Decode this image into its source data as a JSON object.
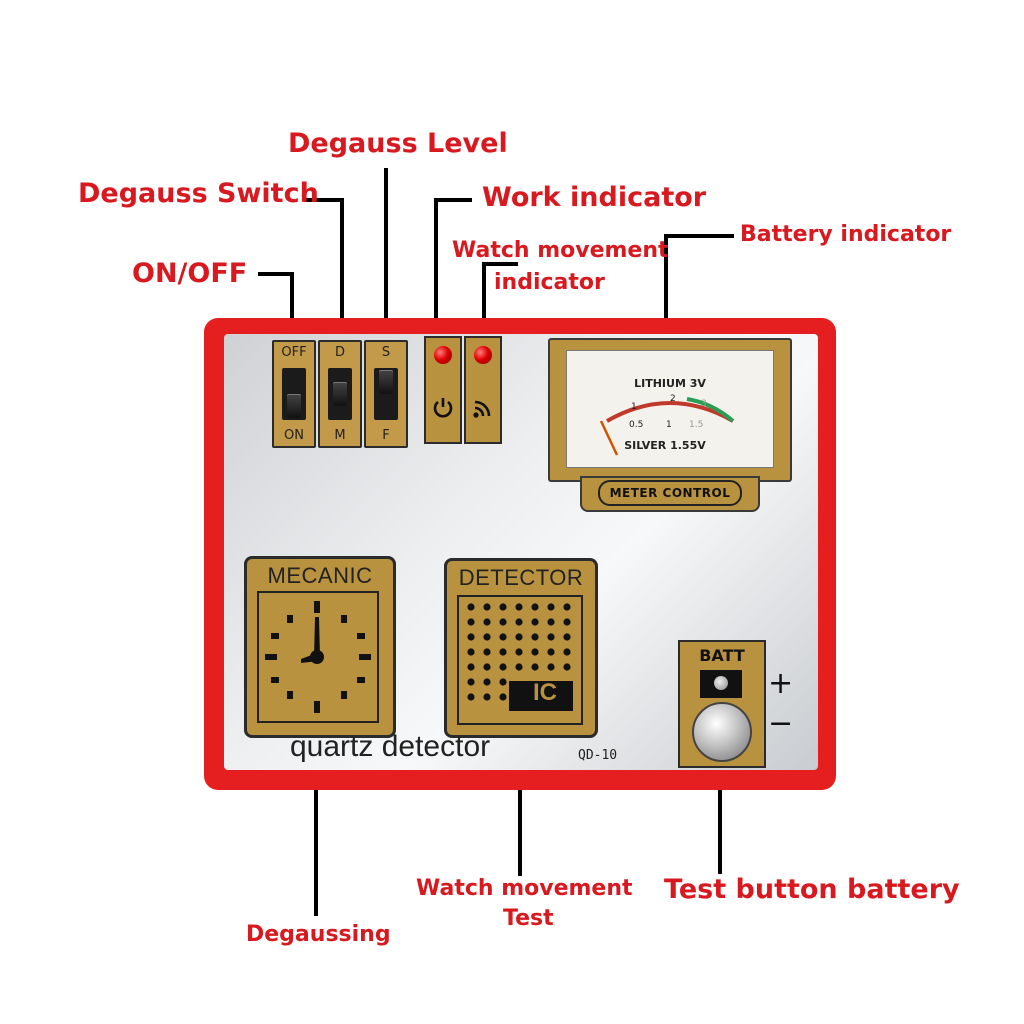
{
  "callouts": {
    "degauss_level": "Degauss Level",
    "degauss_switch": "Degauss Switch",
    "work_indicator": "Work indicator",
    "on_off": "ON/OFF",
    "watch_movement_indicator_1": "Watch movement",
    "watch_movement_indicator_2": "indicator",
    "battery_indicator": "Battery indicator",
    "degaussing": "Degaussing",
    "watch_movement_test_1": "Watch movement",
    "watch_movement_test_2": "Test",
    "test_button_battery": "Test button battery"
  },
  "device": {
    "switches": [
      {
        "top": "OFF",
        "bottom": "ON",
        "knob": "down"
      },
      {
        "top": "D",
        "bottom": "M",
        "knob": "mid"
      },
      {
        "top": "S",
        "bottom": "F",
        "knob": "up"
      }
    ],
    "indicators": [
      {
        "icon": "power-icon"
      },
      {
        "icon": "signal-icon"
      }
    ],
    "meter": {
      "top_label": "LITHIUM 3V",
      "bottom_label": "SILVER 1.55V",
      "upper_ticks": [
        "1",
        "2",
        "3"
      ],
      "lower_ticks": [
        "0.5",
        "1",
        "1.5"
      ],
      "control_label": "METER CONTROL"
    },
    "mecanic_label": "MECANIC",
    "detector_label": "DETECTOR",
    "ic_label": "IC",
    "batt_label": "BATT",
    "plus": "+",
    "minus": "−",
    "brand_text": "quartz detector",
    "model": "QD-10"
  },
  "colors": {
    "callout_red": "#d8191f",
    "device_red": "#e51f1f",
    "gold": "#b8923f"
  }
}
